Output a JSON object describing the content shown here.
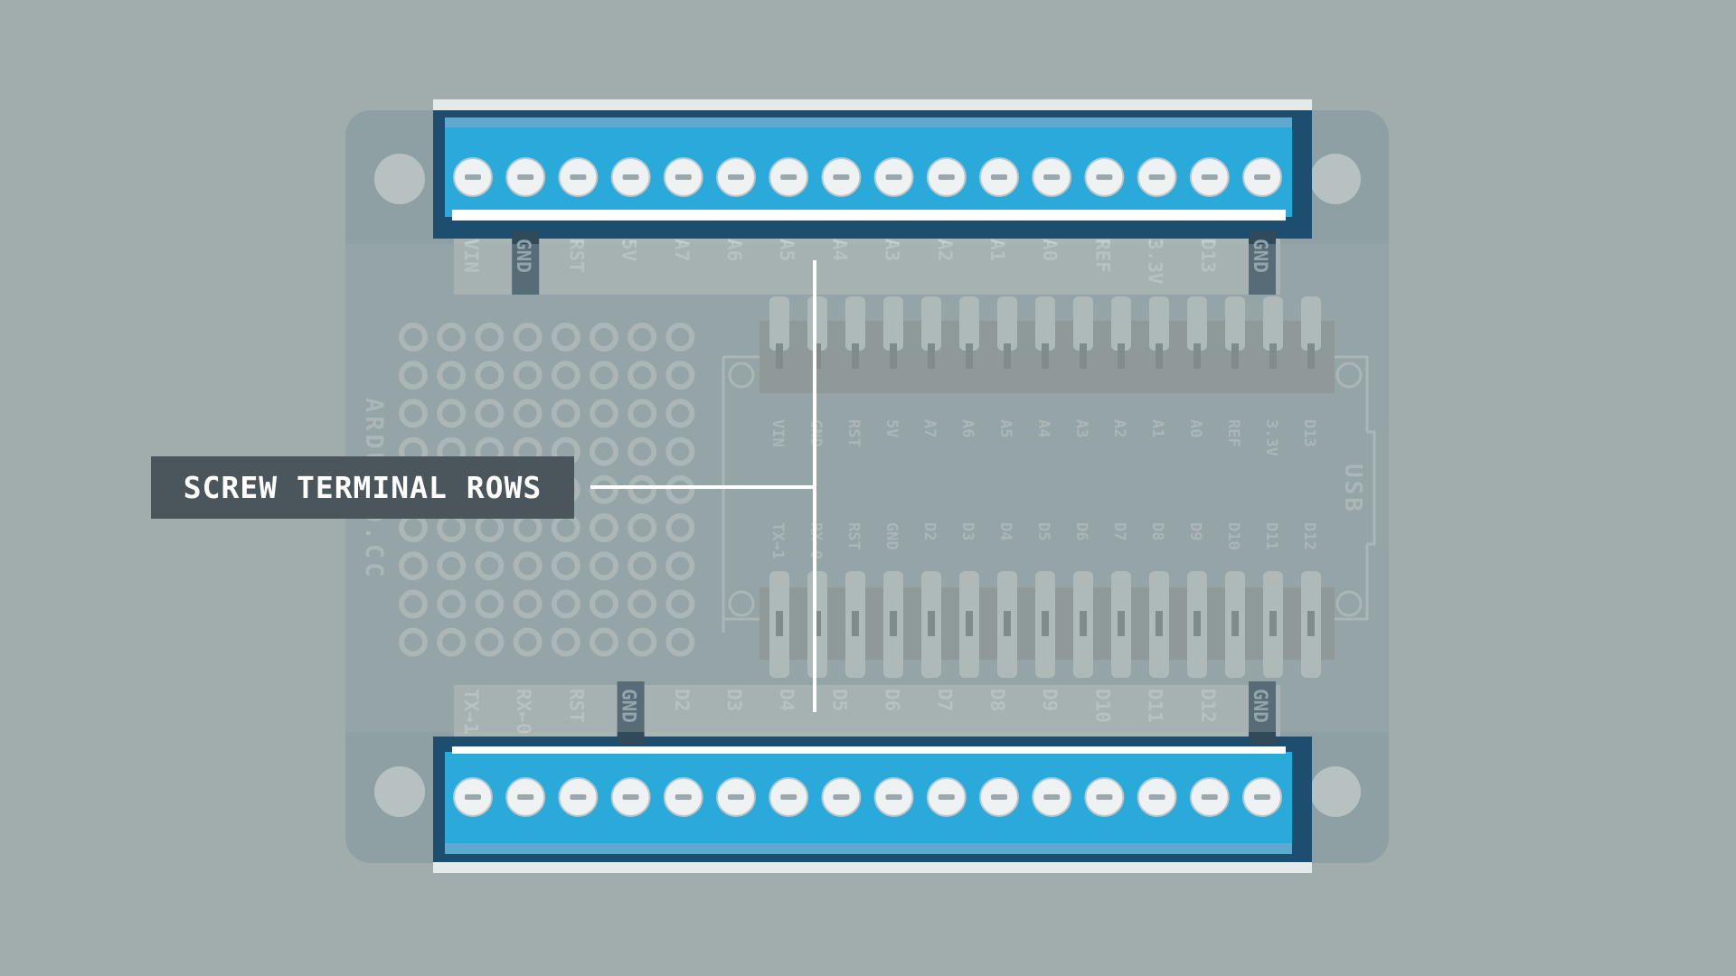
{
  "top_terminal_labels": [
    "VIN",
    "GND",
    "RST",
    "5V",
    "A7",
    "A6",
    "A5",
    "A4",
    "A3",
    "A2",
    "A1",
    "A0",
    "REF",
    "3.3V",
    "D13",
    "GND"
  ],
  "bottom_terminal_labels": [
    "TX→1",
    "RX←0",
    "RST",
    "GND",
    "D2",
    "D3",
    "D4",
    "D5",
    "D6",
    "D7",
    "D8",
    "D9",
    "D10",
    "D11",
    "D12",
    "GND"
  ],
  "upper_header_labels": [
    "VIN",
    "GND",
    "RST",
    "5V",
    "A7",
    "A6",
    "A5",
    "A4",
    "A3",
    "A2",
    "A1",
    "A0",
    "REF",
    "3.3V",
    "D13"
  ],
  "lower_header_labels": [
    "TX→1",
    "RX←0",
    "RST",
    "GND",
    "D2",
    "D3",
    "D4",
    "D5",
    "D6",
    "D7",
    "D8",
    "D9",
    "D10",
    "D11",
    "D12"
  ],
  "board_text": {
    "brand_vertical": "ARDUINO.CC",
    "usb_label": "USB"
  },
  "callout": {
    "label": "SCREW TERMINAL ROWS"
  },
  "colors": {
    "background": "#a1adad",
    "board": "#8fa0a4",
    "terminal_blue": "#29aadb",
    "terminal_dark": "#1d4e70",
    "callout_bg": "#4a565b"
  }
}
